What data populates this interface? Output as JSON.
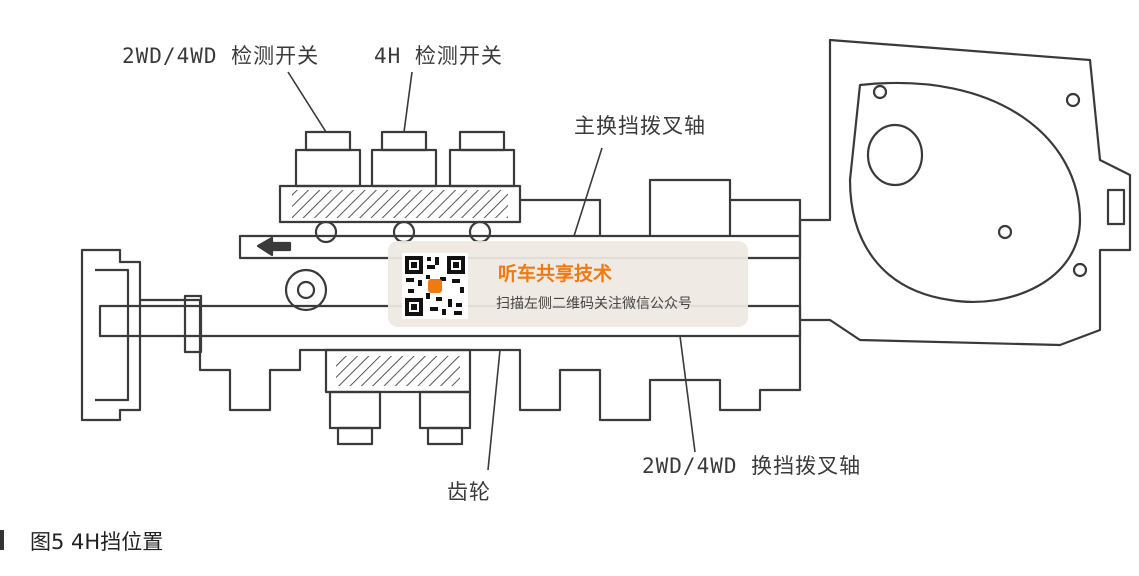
{
  "labels": {
    "switch_2wd4wd": "2WD/4WD 检测开关",
    "switch_4h": "4H 检测开关",
    "main_fork_shaft": "主换挡拨叉轴",
    "fork_shaft_2wd4wd": "2WD/4WD 换挡拨叉轴",
    "gear": "齿轮"
  },
  "caption": "图5   4H挡位置",
  "watermark": {
    "title": "听车共享技术",
    "subtitle": "扫描左侧二维码关注微信公众号"
  },
  "colors": {
    "line": "#3a3a3a",
    "hatch": "#555555",
    "watermark_accent": "#ef7a12"
  }
}
